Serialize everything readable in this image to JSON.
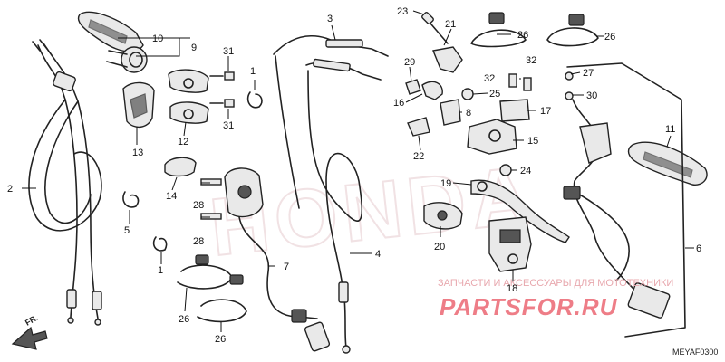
{
  "diagram": {
    "code": "MEYAF0300",
    "direction_label": "FR.",
    "background_mark": "HONDA",
    "parts": [
      {
        "id": "p1a",
        "label": "1"
      },
      {
        "id": "p1b",
        "label": "1"
      },
      {
        "id": "p2",
        "label": "2"
      },
      {
        "id": "p3",
        "label": "3"
      },
      {
        "id": "p4",
        "label": "4"
      },
      {
        "id": "p5",
        "label": "5"
      },
      {
        "id": "p6",
        "label": "6"
      },
      {
        "id": "p7",
        "label": "7"
      },
      {
        "id": "p8",
        "label": "8"
      },
      {
        "id": "p9",
        "label": "9"
      },
      {
        "id": "p10",
        "label": "10"
      },
      {
        "id": "p11",
        "label": "11"
      },
      {
        "id": "p12",
        "label": "12"
      },
      {
        "id": "p13",
        "label": "13"
      },
      {
        "id": "p14",
        "label": "14"
      },
      {
        "id": "p15",
        "label": "15"
      },
      {
        "id": "p16",
        "label": "16"
      },
      {
        "id": "p17",
        "label": "17"
      },
      {
        "id": "p18",
        "label": "18"
      },
      {
        "id": "p19",
        "label": "19"
      },
      {
        "id": "p20",
        "label": "20"
      },
      {
        "id": "p21",
        "label": "21"
      },
      {
        "id": "p22",
        "label": "22"
      },
      {
        "id": "p23",
        "label": "23"
      },
      {
        "id": "p24",
        "label": "24"
      },
      {
        "id": "p25",
        "label": "25"
      },
      {
        "id": "p26a",
        "label": "26"
      },
      {
        "id": "p26b",
        "label": "26"
      },
      {
        "id": "p26c",
        "label": "26"
      },
      {
        "id": "p26d",
        "label": "26"
      },
      {
        "id": "p27",
        "label": "27"
      },
      {
        "id": "p28a",
        "label": "28"
      },
      {
        "id": "p28b",
        "label": "28"
      },
      {
        "id": "p29",
        "label": "29"
      },
      {
        "id": "p30",
        "label": "30"
      },
      {
        "id": "p31a",
        "label": "31"
      },
      {
        "id": "p31b",
        "label": "31"
      },
      {
        "id": "p32a",
        "label": "32"
      },
      {
        "id": "p32b",
        "label": "32"
      }
    ]
  },
  "watermark": {
    "line": "ЗАПЧАСТИ И АКСЕССУАРЫ ДЛЯ МОТОТЕХНИКИ",
    "brand": "PARTSFOR.RU"
  }
}
